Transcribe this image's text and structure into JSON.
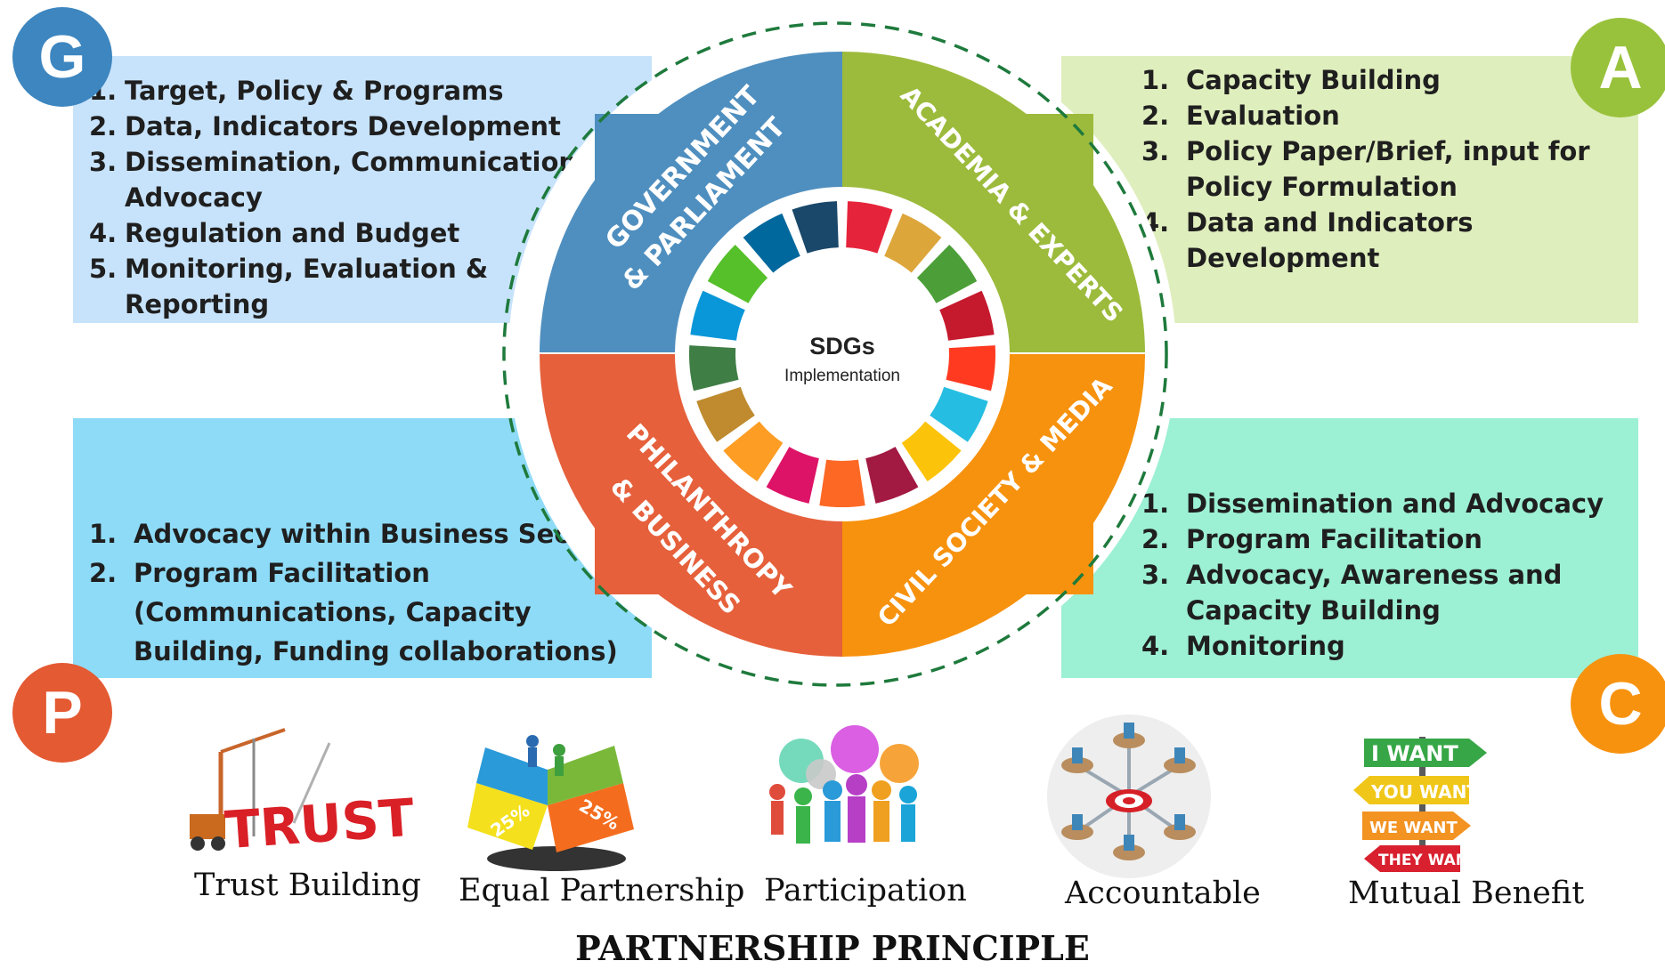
{
  "center": {
    "title": "SDGs",
    "subtitle": "Implementation"
  },
  "sectors": {
    "government": {
      "line1": "GOVERNMENT",
      "line2": "& PARLIAMENT",
      "color": "#4f8fbf",
      "letter": "G",
      "letter_color": "#3d86c0"
    },
    "academia": {
      "line1": "ACADEMIA & EXPERTS",
      "color": "#9cbb3c",
      "letter": "A",
      "letter_color": "#99c23c"
    },
    "philanthropy": {
      "line1": "PHILANTHROPY",
      "line2": "& BUSINESS",
      "color": "#e5603b",
      "letter": "P",
      "letter_color": "#e45a33"
    },
    "civil": {
      "line1": "CIVIL SOCIETY & MEDIA",
      "color": "#f7920e",
      "letter": "C",
      "letter_color": "#f7920f"
    }
  },
  "lists": {
    "government": [
      {
        "num": "1.",
        "text": "Target, Policy & Programs"
      },
      {
        "num": "2.",
        "text": "Data, Indicators Development"
      },
      {
        "num": "3.",
        "text": "Dissemination, Communication and Advocacy"
      },
      {
        "num": "4.",
        "text": "Regulation and Budget"
      },
      {
        "num": "5.",
        "text": "Monitoring, Evaluation & Reporting"
      }
    ],
    "academia": [
      {
        "num": "1.",
        "text": "Capacity Building"
      },
      {
        "num": "2.",
        "text": "Evaluation"
      },
      {
        "num": "3.",
        "text": "Policy Paper/Brief, input for Policy Formulation"
      },
      {
        "num": "4.",
        "text": "Data and Indicators Development"
      }
    ],
    "philanthropy": [
      {
        "num": "1.",
        "text": "Advocacy within Business Sector"
      },
      {
        "num": "2.",
        "text": "Program Facilitation (Communications, Capacity Building, Funding collaborations)"
      }
    ],
    "civil": [
      {
        "num": "1.",
        "text": "Dissemination and Advocacy"
      },
      {
        "num": "2.",
        "text": "Program Facilitation"
      },
      {
        "num": "3.",
        "text": "Advocacy, Awareness and Capacity Building"
      },
      {
        "num": "4.",
        "text": "Monitoring"
      }
    ]
  },
  "principles": [
    {
      "label": "Trust Building",
      "icon": "trust-crane-icon",
      "sign": "TRUST"
    },
    {
      "label": "Equal Partnership",
      "icon": "puzzle-percent-icon",
      "sign": "25%"
    },
    {
      "label": "Participation",
      "icon": "people-speech-icon"
    },
    {
      "label": "Accountable",
      "icon": "target-network-icon"
    },
    {
      "label": "Mutual Benefit",
      "icon": "want-signpost-icon",
      "signs": [
        "I WANT",
        "YOU WANT",
        "WE WANT",
        "THEY WANT"
      ]
    }
  ],
  "footer": "PARTNERSHIP PRINCIPLE",
  "sdg_colors": [
    "#e5243b",
    "#dda63a",
    "#4c9f38",
    "#c5192d",
    "#ff3a21",
    "#26bde2",
    "#fcc30b",
    "#a21942",
    "#fd6925",
    "#dd1367",
    "#fd9d24",
    "#bf8b2e",
    "#3f7e44",
    "#0a97d9",
    "#56c02b",
    "#00689d",
    "#19486a"
  ]
}
